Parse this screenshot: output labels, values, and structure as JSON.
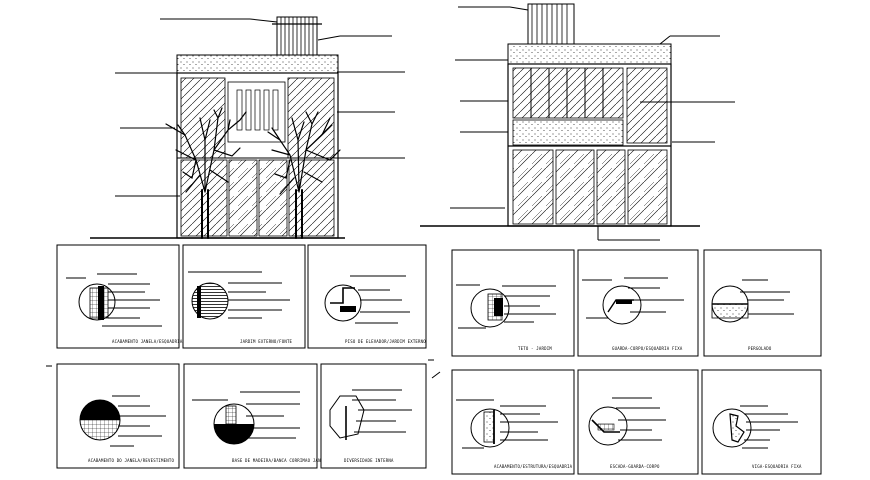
{
  "sheet": {
    "background": "#ffffff",
    "line_color": "#000000"
  },
  "details_left": [
    {
      "id": "d1",
      "caption": "ACABAMENTO JANELA/ESQUADRIA"
    },
    {
      "id": "d2",
      "caption": "JARDIM EXTERNO/FONTE"
    },
    {
      "id": "d3",
      "caption": "PISO DE ELEVADOR/JARDIM EXTERNO"
    },
    {
      "id": "d4",
      "caption": "ACABAMENTO DO JANELA/REVESTIMENTO"
    },
    {
      "id": "d5",
      "caption": "BASE DE MADEIRA/BANCA CORRIMAO JANELA"
    },
    {
      "id": "d6",
      "caption": "DIVERSIDADE INTERNA"
    }
  ],
  "details_right": [
    {
      "id": "d7",
      "caption": "TETO - JARDIM"
    },
    {
      "id": "d8",
      "caption": "GUARDA-CORPO/ESQUADRIA FIXA"
    },
    {
      "id": "d9",
      "caption": "PERGOLADO"
    },
    {
      "id": "d10",
      "caption": "ACABAMENTO/ESTRUTURA/ESQUADRIA"
    },
    {
      "id": "d11",
      "caption": "ESCADA-GUARDA-CORPO"
    },
    {
      "id": "d12",
      "caption": "VIGA-ESQUADRIA FIXA"
    }
  ]
}
